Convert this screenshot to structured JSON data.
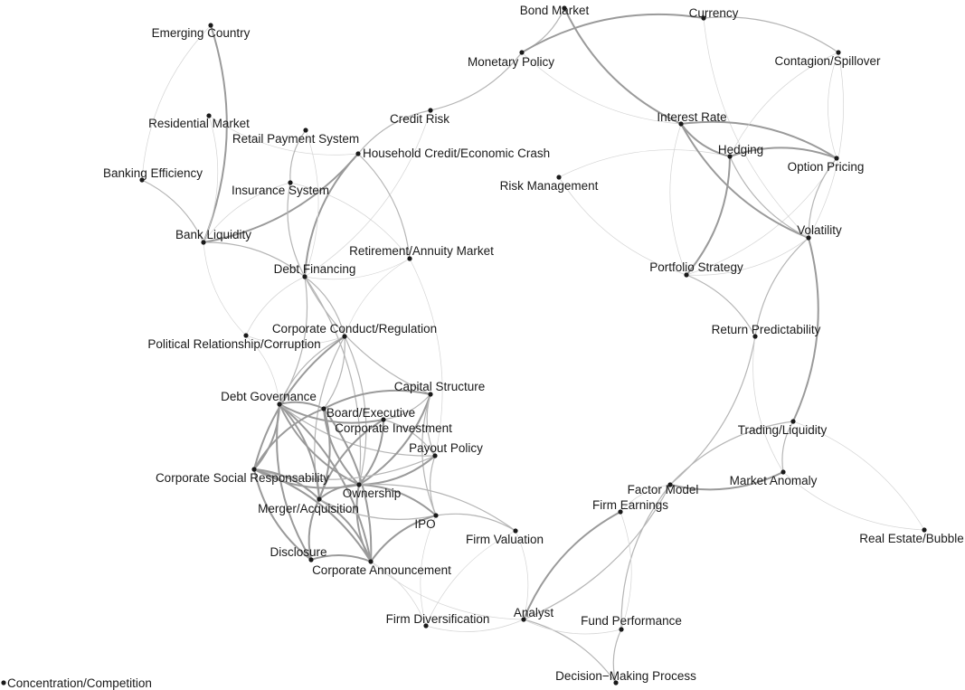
{
  "graph": {
    "nodes": [
      {
        "id": "bond_market",
        "label": "Bond Market"
      },
      {
        "id": "currency",
        "label": "Currency"
      },
      {
        "id": "emerging_country",
        "label": "Emerging Country"
      },
      {
        "id": "monetary_policy",
        "label": "Monetary Policy"
      },
      {
        "id": "contagion",
        "label": "Contagion/Spillover"
      },
      {
        "id": "credit_risk",
        "label": "Credit Risk"
      },
      {
        "id": "residential_market",
        "label": "Residential Market"
      },
      {
        "id": "interest_rate",
        "label": "Interest Rate"
      },
      {
        "id": "retail_payment",
        "label": "Retail Payment System"
      },
      {
        "id": "household_credit",
        "label": "Household Credit/Economic Crash"
      },
      {
        "id": "hedging",
        "label": "Hedging"
      },
      {
        "id": "option_pricing",
        "label": "Option Pricing"
      },
      {
        "id": "banking_efficiency",
        "label": "Banking Efficiency"
      },
      {
        "id": "risk_management",
        "label": "Risk Management"
      },
      {
        "id": "insurance_system",
        "label": "Insurance System"
      },
      {
        "id": "volatility",
        "label": "Volatility"
      },
      {
        "id": "bank_liquidity",
        "label": "Bank Liquidity"
      },
      {
        "id": "retirement",
        "label": "Retirement/Annuity Market"
      },
      {
        "id": "debt_financing",
        "label": "Debt Financing"
      },
      {
        "id": "portfolio_strategy",
        "label": "Portfolio Strategy"
      },
      {
        "id": "corporate_conduct",
        "label": "Corporate Conduct/Regulation"
      },
      {
        "id": "political",
        "label": "Political Relationship/Corruption"
      },
      {
        "id": "return_predictability",
        "label": "Return Predictability"
      },
      {
        "id": "capital_structure",
        "label": "Capital Structure"
      },
      {
        "id": "debt_governance",
        "label": "Debt Governance"
      },
      {
        "id": "board_executive",
        "label": "Board/Executive"
      },
      {
        "id": "corporate_investment",
        "label": "Corporate Investment"
      },
      {
        "id": "trading_liquidity",
        "label": "Trading/Liquidity"
      },
      {
        "id": "payout_policy",
        "label": "Payout Policy"
      },
      {
        "id": "csr",
        "label": "Corporate Social Responsability"
      },
      {
        "id": "market_anomaly",
        "label": "Market Anomaly"
      },
      {
        "id": "factor_model",
        "label": "Factor Model"
      },
      {
        "id": "ownership",
        "label": "Ownership"
      },
      {
        "id": "merger",
        "label": "Merger/Acquisition"
      },
      {
        "id": "firm_earnings",
        "label": "Firm Earnings"
      },
      {
        "id": "ipo",
        "label": "IPO"
      },
      {
        "id": "firm_valuation",
        "label": "Firm Valuation"
      },
      {
        "id": "real_estate",
        "label": "Real Estate/Bubble"
      },
      {
        "id": "disclosure",
        "label": "Disclosure"
      },
      {
        "id": "corporate_announcement",
        "label": "Corporate Announcement"
      },
      {
        "id": "analyst",
        "label": "Analyst"
      },
      {
        "id": "fund_performance",
        "label": "Fund Performance"
      },
      {
        "id": "firm_diversification",
        "label": "Firm Diversification"
      },
      {
        "id": "decision_making",
        "label": "Decision−Making Process"
      },
      {
        "id": "concentration",
        "label": "Concentration/Competition"
      }
    ],
    "edges": [
      [
        "bond_market",
        "interest_rate",
        2
      ],
      [
        "bond_market",
        "monetary_policy",
        1
      ],
      [
        "currency",
        "monetary_policy",
        2
      ],
      [
        "currency",
        "contagion",
        1
      ],
      [
        "currency",
        "volatility",
        0
      ],
      [
        "monetary_policy",
        "credit_risk",
        1
      ],
      [
        "monetary_policy",
        "interest_rate",
        0
      ],
      [
        "emerging_country",
        "bank_liquidity",
        2
      ],
      [
        "emerging_country",
        "banking_efficiency",
        0
      ],
      [
        "residential_market",
        "bank_liquidity",
        0
      ],
      [
        "residential_market",
        "household_credit",
        0
      ],
      [
        "banking_efficiency",
        "bank_liquidity",
        1
      ],
      [
        "bank_liquidity",
        "household_credit",
        2
      ],
      [
        "bank_liquidity",
        "debt_financing",
        1
      ],
      [
        "bank_liquidity",
        "political",
        0
      ],
      [
        "bank_liquidity",
        "insurance_system",
        0
      ],
      [
        "credit_risk",
        "household_credit",
        1
      ],
      [
        "credit_risk",
        "debt_financing",
        0
      ],
      [
        "household_credit",
        "debt_financing",
        2
      ],
      [
        "household_credit",
        "retirement",
        1
      ],
      [
        "retail_payment",
        "insurance_system",
        1
      ],
      [
        "retail_payment",
        "debt_financing",
        0
      ],
      [
        "insurance_system",
        "debt_financing",
        1
      ],
      [
        "insurance_system",
        "retirement",
        0
      ],
      [
        "debt_financing",
        "retirement",
        0
      ],
      [
        "debt_financing",
        "corporate_conduct",
        1
      ],
      [
        "debt_financing",
        "political",
        0
      ],
      [
        "debt_financing",
        "debt_governance",
        1
      ],
      [
        "debt_financing",
        "capital_structure",
        1
      ],
      [
        "debt_financing",
        "ownership",
        1
      ],
      [
        "retirement",
        "corporate_conduct",
        0
      ],
      [
        "retirement",
        "payout_policy",
        0
      ],
      [
        "political",
        "corporate_conduct",
        0
      ],
      [
        "political",
        "debt_governance",
        0
      ],
      [
        "corporate_conduct",
        "debt_governance",
        1
      ],
      [
        "corporate_conduct",
        "board_executive",
        1
      ],
      [
        "corporate_conduct",
        "csr",
        2
      ],
      [
        "corporate_conduct",
        "ownership",
        1
      ],
      [
        "corporate_conduct",
        "merger",
        1
      ],
      [
        "debt_governance",
        "board_executive",
        2
      ],
      [
        "debt_governance",
        "corporate_investment",
        2
      ],
      [
        "debt_governance",
        "csr",
        2
      ],
      [
        "debt_governance",
        "ownership",
        2
      ],
      [
        "debt_governance",
        "merger",
        2
      ],
      [
        "debt_governance",
        "disclosure",
        2
      ],
      [
        "debt_governance",
        "corporate_announcement",
        2
      ],
      [
        "debt_governance",
        "payout_policy",
        1
      ],
      [
        "board_executive",
        "capital_structure",
        2
      ],
      [
        "board_executive",
        "ownership",
        2
      ],
      [
        "board_executive",
        "merger",
        2
      ],
      [
        "board_executive",
        "csr",
        2
      ],
      [
        "board_executive",
        "corporate_announcement",
        2
      ],
      [
        "corporate_investment",
        "capital_structure",
        1
      ],
      [
        "corporate_investment",
        "ownership",
        2
      ],
      [
        "corporate_investment",
        "merger",
        2
      ],
      [
        "corporate_investment",
        "payout_policy",
        1
      ],
      [
        "capital_structure",
        "payout_policy",
        1
      ],
      [
        "capital_structure",
        "ownership",
        2
      ],
      [
        "capital_structure",
        "ipo",
        1
      ],
      [
        "payout_policy",
        "ownership",
        2
      ],
      [
        "payout_policy",
        "ipo",
        1
      ],
      [
        "payout_policy",
        "csr",
        1
      ],
      [
        "csr",
        "ownership",
        2
      ],
      [
        "csr",
        "merger",
        2
      ],
      [
        "csr",
        "disclosure",
        2
      ],
      [
        "csr",
        "corporate_announcement",
        2
      ],
      [
        "ownership",
        "merger",
        2
      ],
      [
        "ownership",
        "ipo",
        2
      ],
      [
        "ownership",
        "corporate_announcement",
        2
      ],
      [
        "ownership",
        "firm_valuation",
        1
      ],
      [
        "merger",
        "disclosure",
        2
      ],
      [
        "merger",
        "corporate_announcement",
        2
      ],
      [
        "merger",
        "ipo",
        1
      ],
      [
        "disclosure",
        "corporate_announcement",
        2
      ],
      [
        "ipo",
        "corporate_announcement",
        2
      ],
      [
        "ipo",
        "firm_valuation",
        1
      ],
      [
        "ipo",
        "firm_diversification",
        0
      ],
      [
        "corporate_announcement",
        "firm_diversification",
        0
      ],
      [
        "corporate_announcement",
        "analyst",
        0
      ],
      [
        "firm_valuation",
        "analyst",
        0
      ],
      [
        "firm_valuation",
        "firm_diversification",
        0
      ],
      [
        "analyst",
        "firm_earnings",
        2
      ],
      [
        "analyst",
        "factor_model",
        1
      ],
      [
        "analyst",
        "decision_making",
        1
      ],
      [
        "analyst",
        "fund_performance",
        0
      ],
      [
        "analyst",
        "firm_diversification",
        0
      ],
      [
        "fund_performance",
        "decision_making",
        1
      ],
      [
        "fund_performance",
        "factor_model",
        1
      ],
      [
        "fund_performance",
        "firm_earnings",
        0
      ],
      [
        "firm_earnings",
        "factor_model",
        0
      ],
      [
        "factor_model",
        "market_anomaly",
        2
      ],
      [
        "factor_model",
        "trading_liquidity",
        1
      ],
      [
        "factor_model",
        "return_predictability",
        1
      ],
      [
        "market_anomaly",
        "trading_liquidity",
        1
      ],
      [
        "market_anomaly",
        "real_estate",
        0
      ],
      [
        "market_anomaly",
        "return_predictability",
        0
      ],
      [
        "trading_liquidity",
        "volatility",
        2
      ],
      [
        "trading_liquidity",
        "real_estate",
        0
      ],
      [
        "return_predictability",
        "portfolio_strategy",
        1
      ],
      [
        "return_predictability",
        "volatility",
        1
      ],
      [
        "portfolio_strategy",
        "hedging",
        2
      ],
      [
        "portfolio_strategy",
        "interest_rate",
        0
      ],
      [
        "portfolio_strategy",
        "option_pricing",
        0
      ],
      [
        "portfolio_strategy",
        "risk_management",
        0
      ],
      [
        "portfolio_strategy",
        "volatility",
        0
      ],
      [
        "risk_management",
        "hedging",
        0
      ],
      [
        "interest_rate",
        "hedging",
        2
      ],
      [
        "interest_rate",
        "option_pricing",
        2
      ],
      [
        "interest_rate",
        "volatility",
        2
      ],
      [
        "hedging",
        "option_pricing",
        2
      ],
      [
        "hedging",
        "volatility",
        1
      ],
      [
        "hedging",
        "contagion",
        0
      ],
      [
        "option_pricing",
        "volatility",
        1
      ],
      [
        "contagion",
        "volatility",
        0
      ],
      [
        "contagion",
        "option_pricing",
        0
      ]
    ]
  }
}
